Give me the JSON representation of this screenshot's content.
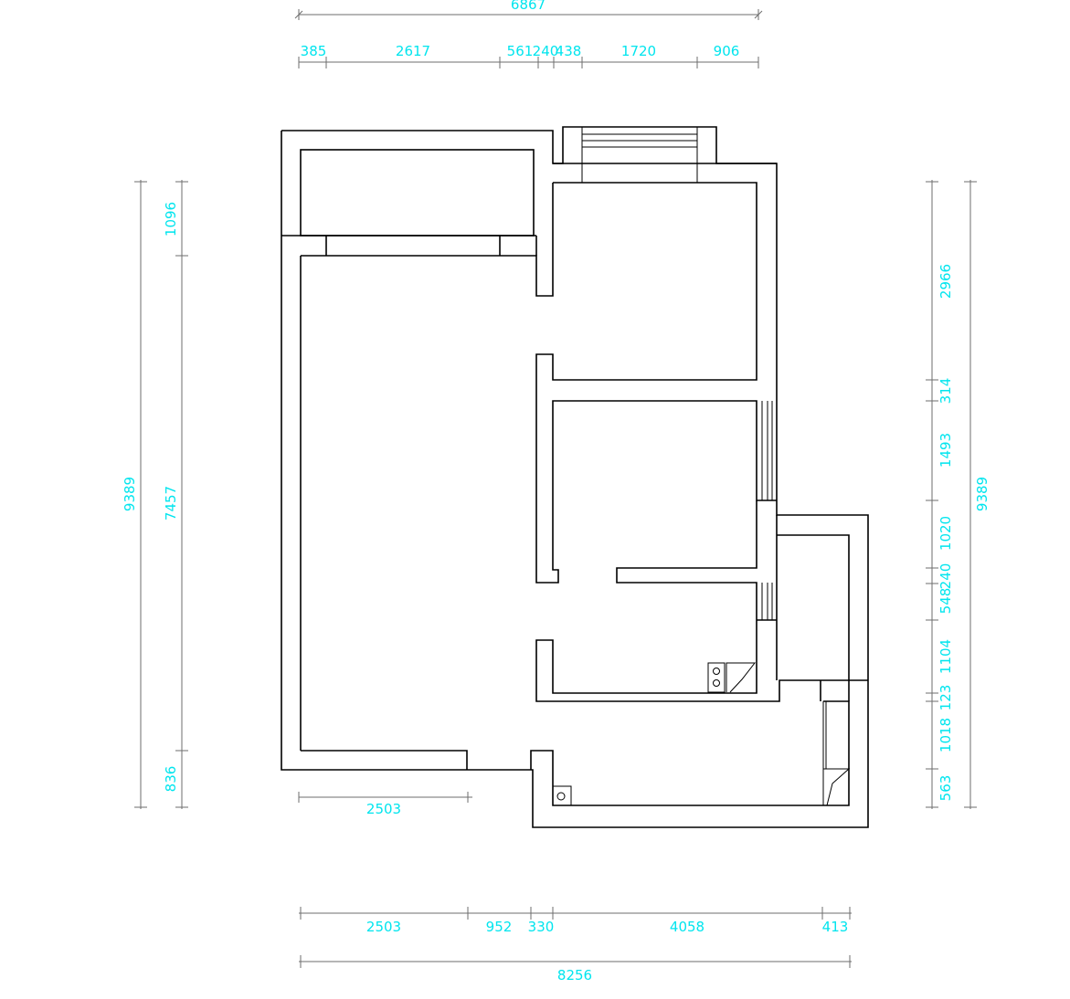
{
  "colors": {
    "dimension_text": "#00e5ee",
    "dimension_line": "#6e6e6e",
    "wall": "#000000",
    "background": "#ffffff"
  },
  "dimensions": {
    "top_total": "6867",
    "top_segments": [
      "385",
      "2617",
      "561",
      "240",
      "438",
      "1720",
      "906"
    ],
    "left_total": "9389",
    "left_segments": [
      "1096",
      "7457",
      "836"
    ],
    "right_total": "9389",
    "right_segments": [
      "2966",
      "314",
      "1493",
      "1020",
      "240",
      "548",
      "1104",
      "123",
      "1018",
      "563"
    ],
    "inner_bottom": "2503",
    "bottom_segments": [
      "2503",
      "952",
      "330",
      "4058",
      "413"
    ],
    "bottom_total": "8256"
  },
  "fixtures": [
    "stove-icon",
    "sink-icon",
    "floor-drain-icon",
    "shower-corner-icon"
  ]
}
